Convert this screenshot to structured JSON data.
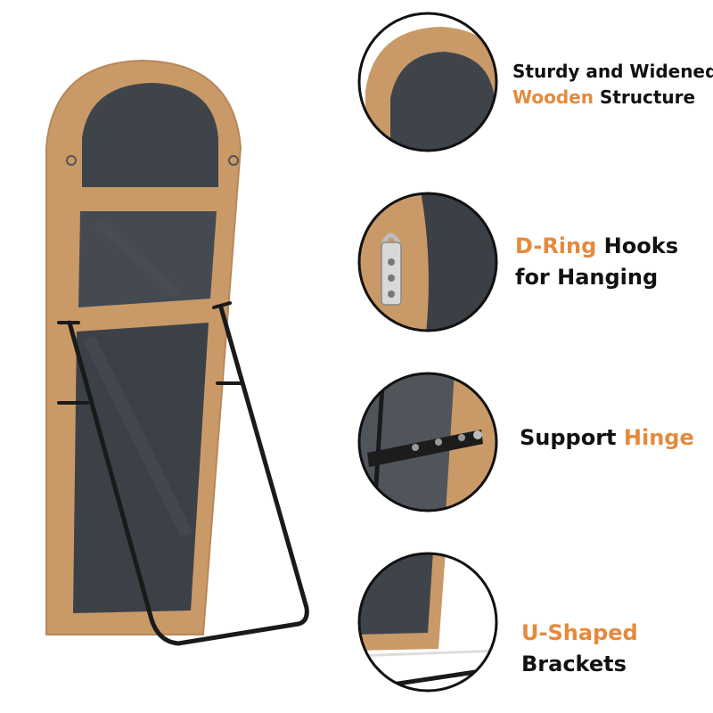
{
  "colors": {
    "accent": "#e58a3c",
    "text": "#111111",
    "wood": "#c99a68",
    "wood_shade": "#b8875a",
    "glass": "#3f444b",
    "metal": "#1a1a1a"
  },
  "features": [
    {
      "line1_plain": "Sturdy and Widened",
      "line2_accent": "Wooden",
      "line2_plain": " Structure"
    },
    {
      "line1_accent": "D-Ring",
      "line1_plain": " Hooks",
      "line2_plain": "for Hanging"
    },
    {
      "line1_plain": "Support ",
      "line1_accent": "Hinge"
    },
    {
      "line1_accent": "U-Shaped",
      "line2_plain": "Brackets"
    }
  ],
  "icons": [
    "d-ring-hook-icon",
    "hinge-bracket-icon"
  ]
}
